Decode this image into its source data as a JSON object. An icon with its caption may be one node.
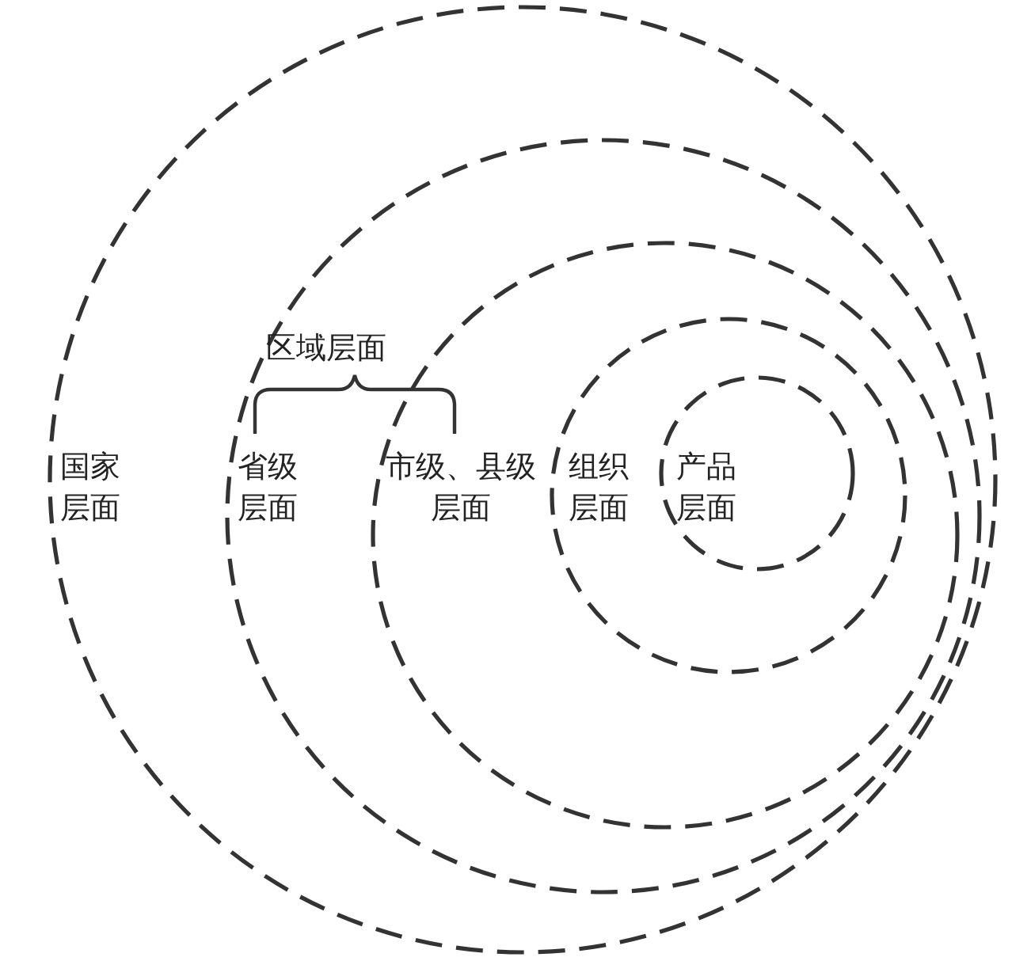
{
  "diagram": {
    "nodes": [
      {
        "text": [
          "国家层面"
        ]
      },
      {
        "text": [
          "省级层面"
        ],
        "in": 0
      },
      {
        "text": [
          "市级、县级层面"
        ],
        "in": 1
      },
      {
        "text": [
          "组织层面"
        ],
        "in": 2
      },
      {
        "text": [
          "产品层面"
        ],
        "in": 3
      }
    ],
    "labels": [
      "区域层面"
    ]
  }
}
